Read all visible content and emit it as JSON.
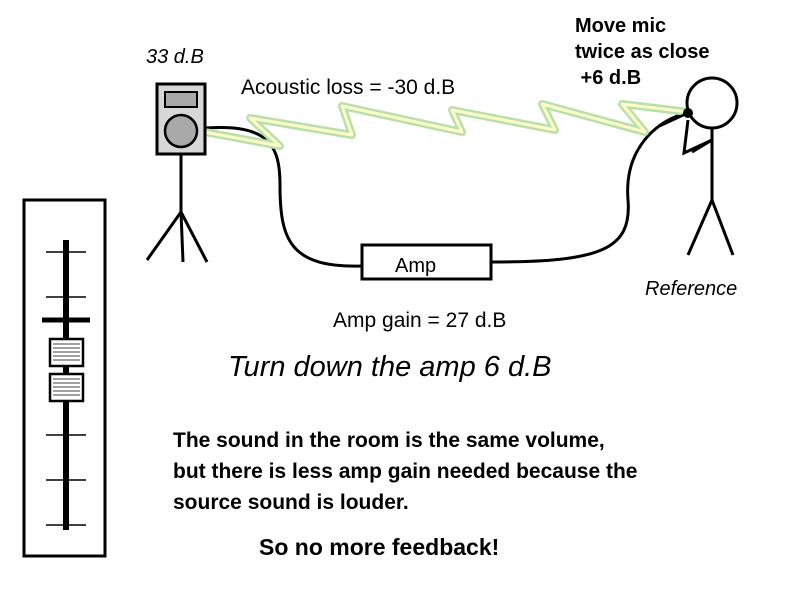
{
  "colors": {
    "ink": "#000000",
    "speaker_body": "#d7d7d7",
    "speaker_cone": "#a9a9a9",
    "zigzag_fill": "#ffffcc",
    "zigzag_glow": "#b8e0a8"
  },
  "labels": {
    "speaker_level": "33 d.B",
    "acoustic_loss": "Acoustic loss = -30 d.B",
    "mic_note": "Move mic\ntwice as close\n +6 d.B",
    "amp": "Amp",
    "reference": "Reference",
    "amp_gain": "Amp gain = 27 d.B",
    "action": "Turn down the amp 6 d.B",
    "explanation": "The sound in the room is the same volume,\nbut there is less amp gain needed because the\nsource sound is louder.",
    "conclusion": "So no more feedback!"
  }
}
